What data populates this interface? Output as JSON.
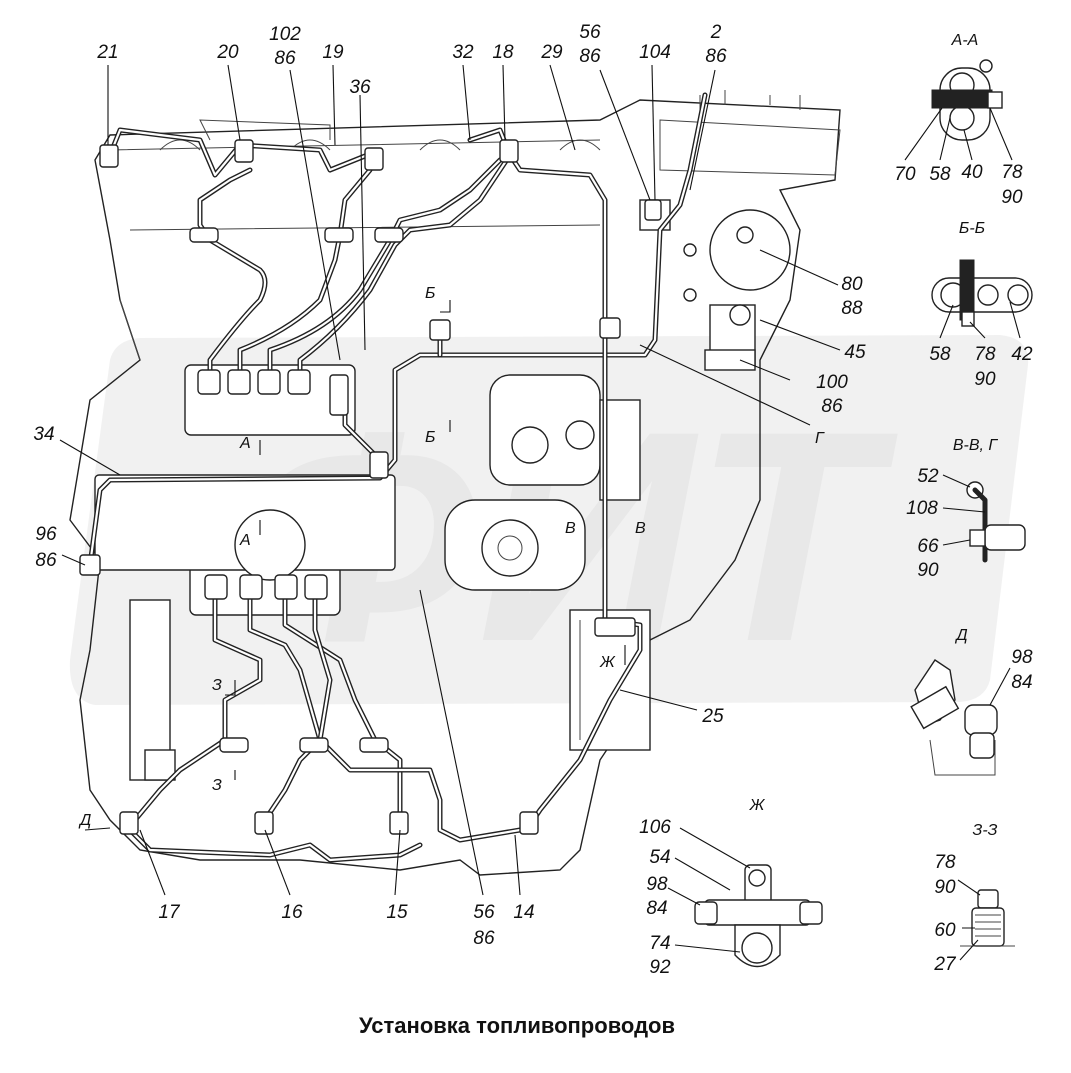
{
  "title": "Установка топливопроводов",
  "watermark": "ФИТ",
  "callouts": [
    {
      "id": "c21",
      "lines": [
        "21"
      ]
    },
    {
      "id": "c20",
      "lines": [
        "20"
      ]
    },
    {
      "id": "c102",
      "lines": [
        "102",
        "86"
      ]
    },
    {
      "id": "c19",
      "lines": [
        "19"
      ]
    },
    {
      "id": "c36",
      "lines": [
        "36"
      ]
    },
    {
      "id": "c32",
      "lines": [
        "32"
      ]
    },
    {
      "id": "c18",
      "lines": [
        "18"
      ]
    },
    {
      "id": "c29",
      "lines": [
        "29"
      ]
    },
    {
      "id": "c56t",
      "lines": [
        "56",
        "86"
      ]
    },
    {
      "id": "c104",
      "lines": [
        "104"
      ]
    },
    {
      "id": "c2",
      "lines": [
        "2",
        "86"
      ]
    },
    {
      "id": "c80",
      "lines": [
        "80",
        "88"
      ]
    },
    {
      "id": "c45",
      "lines": [
        "45"
      ]
    },
    {
      "id": "c100",
      "lines": [
        "100",
        "86"
      ]
    },
    {
      "id": "c34",
      "lines": [
        "34"
      ]
    },
    {
      "id": "c96",
      "lines": [
        "96",
        "86"
      ]
    },
    {
      "id": "c25",
      "lines": [
        "25"
      ]
    },
    {
      "id": "c17",
      "lines": [
        "17"
      ]
    },
    {
      "id": "c16",
      "lines": [
        "16"
      ]
    },
    {
      "id": "c15",
      "lines": [
        "15"
      ]
    },
    {
      "id": "c56b",
      "lines": [
        "56",
        "86"
      ]
    },
    {
      "id": "c14",
      "lines": [
        "14"
      ]
    }
  ],
  "section_marks": [
    "Б",
    "Б",
    "А",
    "А",
    "В",
    "В",
    "Г",
    "Ж",
    "З",
    "З",
    "Д"
  ],
  "details": {
    "aa": {
      "title": "А-А",
      "labels": [
        "70",
        "58",
        "40",
        "78",
        "90"
      ]
    },
    "bb": {
      "title": "Б-Б",
      "labels": [
        "58",
        "78",
        "90",
        "42"
      ]
    },
    "vg": {
      "title": "В-В, Г",
      "labels": [
        "52",
        "108",
        "66",
        "90"
      ]
    },
    "d": {
      "title": "Д",
      "labels": [
        "98",
        "84"
      ]
    },
    "zh": {
      "title": "Ж",
      "labels": [
        "106",
        "54",
        "98",
        "84",
        "74",
        "92"
      ]
    },
    "zz": {
      "title": "З-З",
      "labels": [
        "78",
        "90",
        "60",
        "27"
      ]
    }
  }
}
